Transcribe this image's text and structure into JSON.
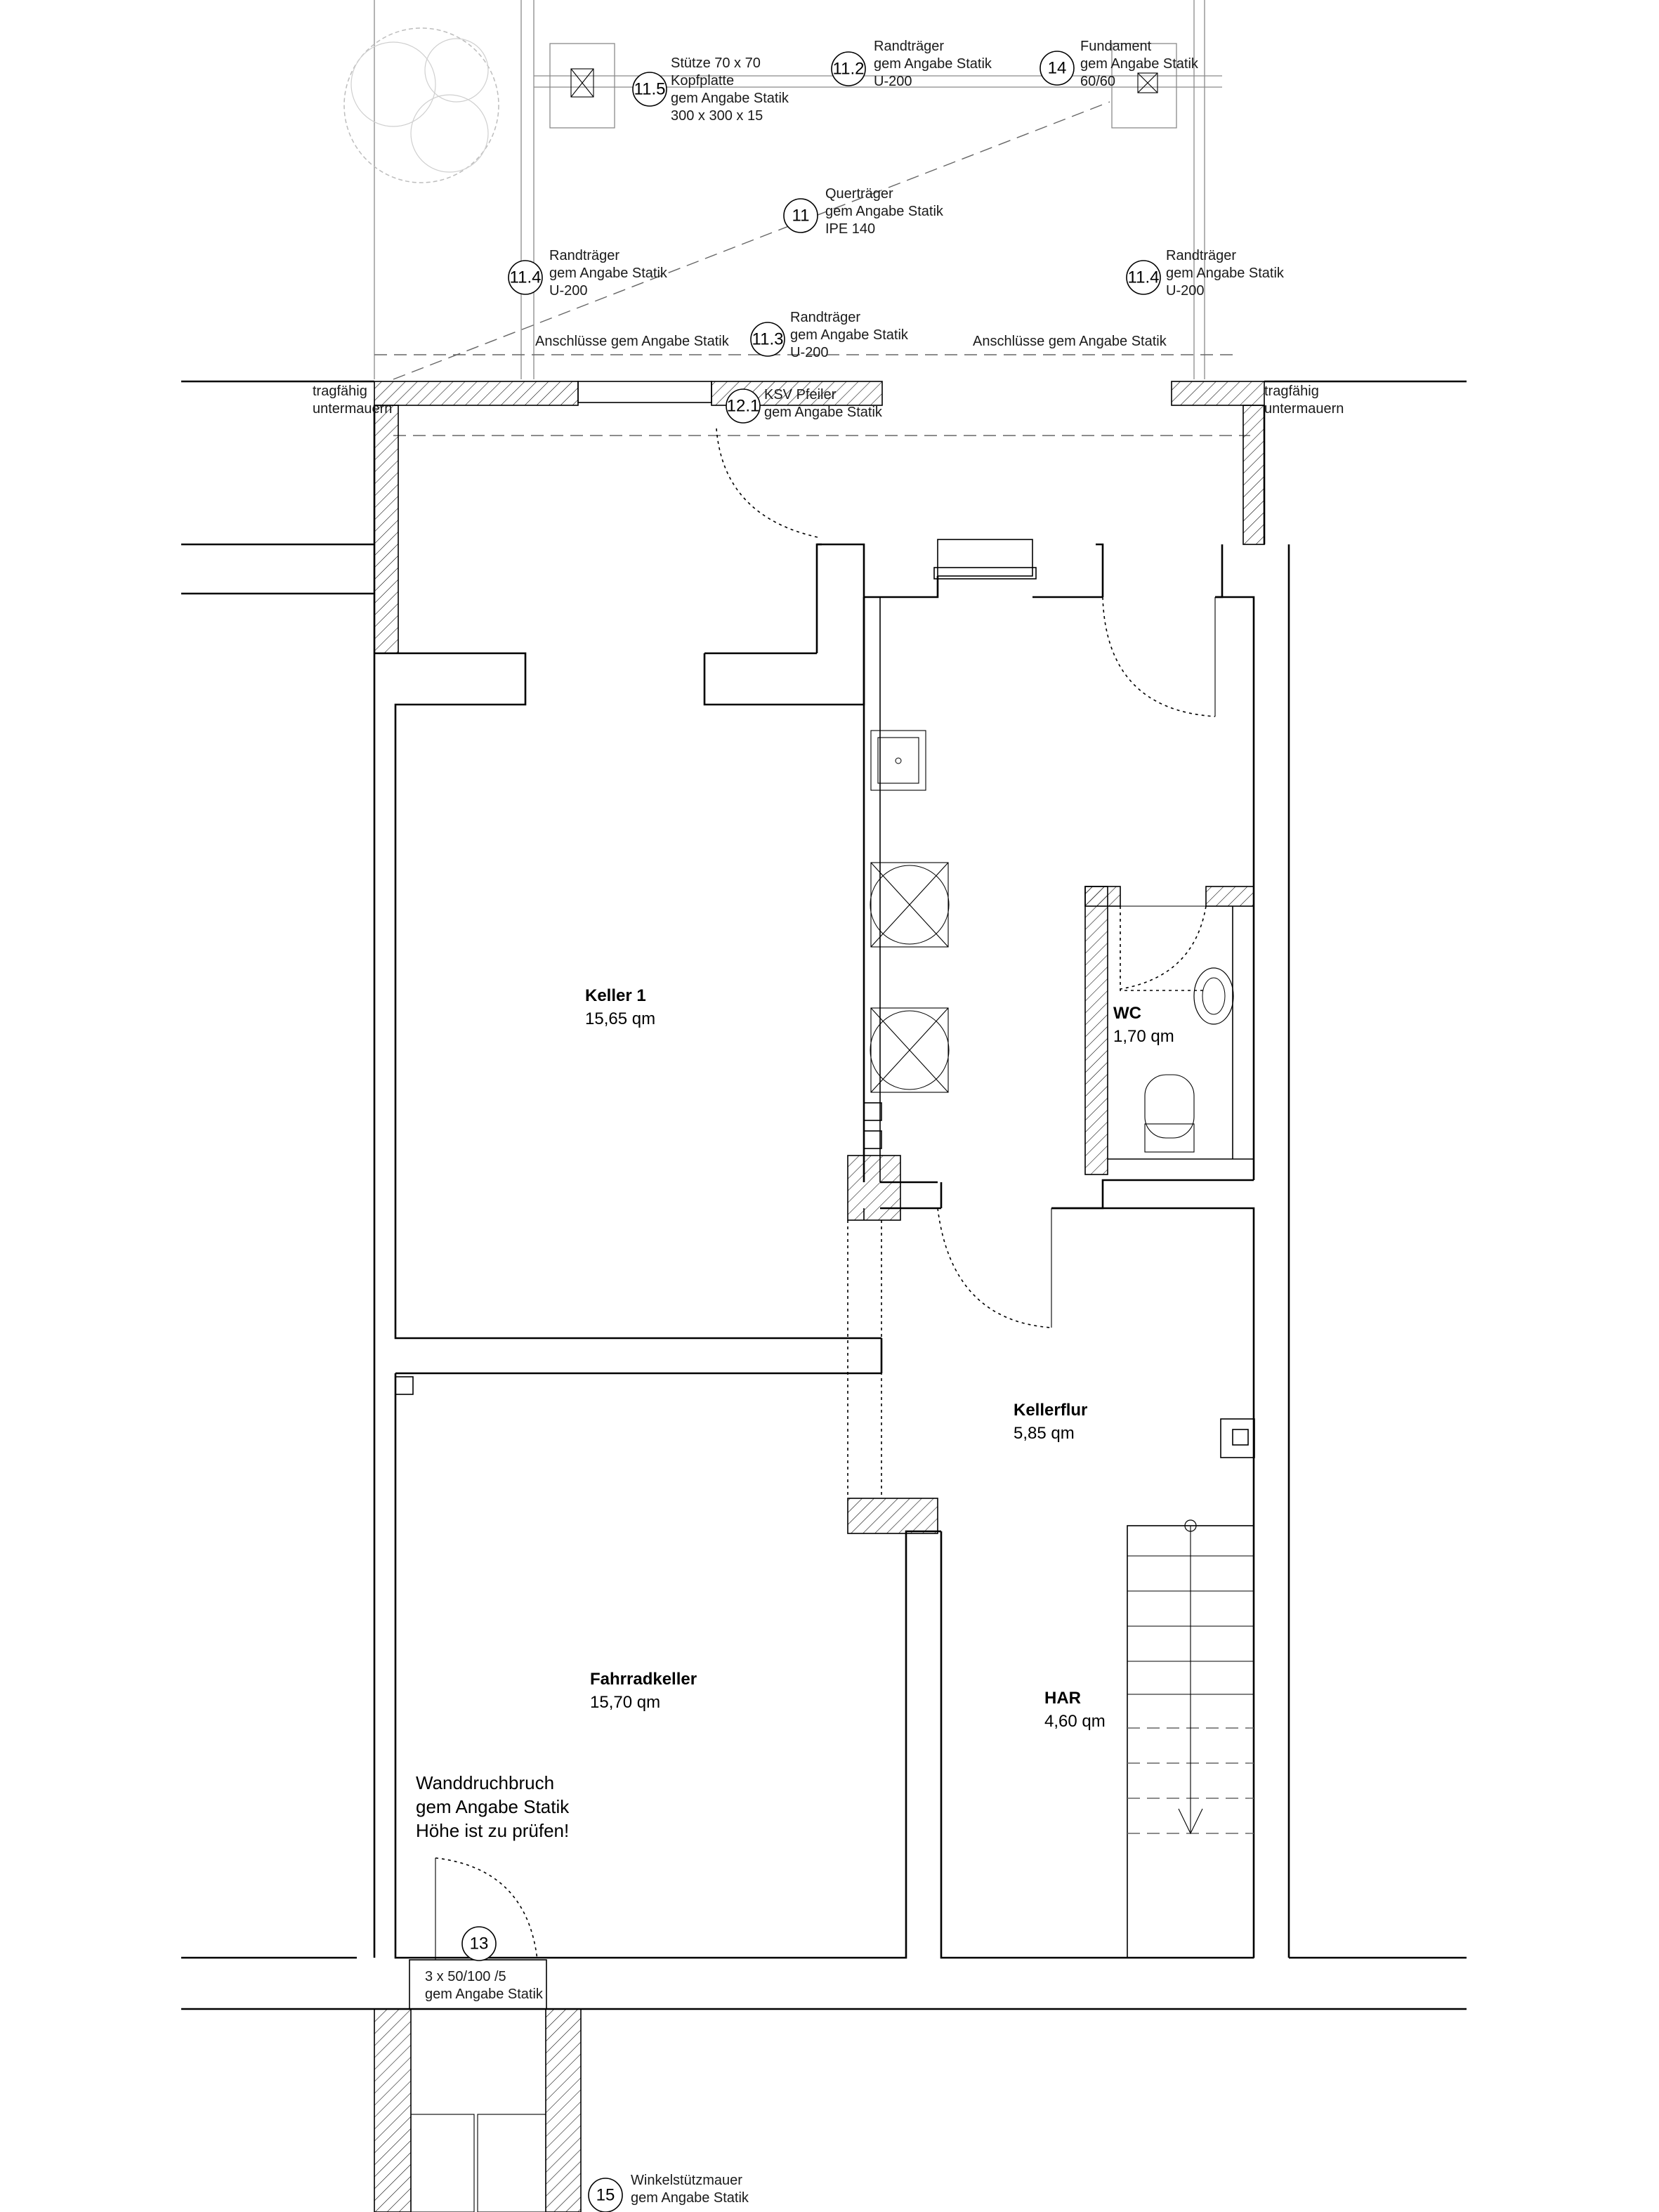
{
  "rooms": {
    "keller1": {
      "name": "Keller 1",
      "area": "15,65 qm"
    },
    "wc": {
      "name": "WC",
      "area": "1,70 qm"
    },
    "kellerflur": {
      "name": "Kellerflur",
      "area": "5,85 qm"
    },
    "fahrradkeller": {
      "name": "Fahrradkeller",
      "area": "15,70 qm"
    },
    "har": {
      "name": "HAR",
      "area": "4,60 qm"
    }
  },
  "annotations": {
    "a11_5": {
      "num": "11.5",
      "lines": [
        "Stütze 70 x 70",
        "Kopfplatte",
        "gem Angabe Statik",
        "300 x 300 x 15"
      ]
    },
    "a11_2": {
      "num": "11.2",
      "lines": [
        "Randträger",
        "gem Angabe Statik",
        "U-200"
      ]
    },
    "a14": {
      "num": "14",
      "lines": [
        "Fundament",
        "gem Angabe Statik",
        "60/60"
      ]
    },
    "a11": {
      "num": "11",
      "lines": [
        "Querträger",
        "gem Angabe Statik",
        "IPE 140"
      ]
    },
    "a11_4_left": {
      "num": "11.4",
      "lines": [
        "Randträger",
        "gem Angabe Statik",
        "U-200"
      ]
    },
    "a11_4_right": {
      "num": "11.4",
      "lines": [
        "Randträger",
        "gem Angabe Statik",
        "U-200"
      ]
    },
    "a11_3": {
      "num": "11.3",
      "lines": [
        "Randträger",
        "gem Angabe Statik",
        "U-200"
      ]
    },
    "a12_1": {
      "num": "12.1",
      "lines": [
        "KSV Pfeiler",
        "gem Angabe Statik"
      ]
    },
    "a13": {
      "num": "13",
      "lines": [
        "3 x 50/100 /5",
        "gem Angabe Statik"
      ]
    },
    "a15": {
      "num": "15",
      "lines": [
        "Winkelstützmauer",
        "gem Angabe Statik"
      ]
    }
  },
  "labels": {
    "anschluesse_left": "Anschlüsse gem Angabe Statik",
    "anschluesse_right": "Anschlüsse gem Angabe Statik",
    "tragfaehig_left": [
      "tragfähig",
      "untermauern"
    ],
    "tragfaehig_right": [
      "tragfähig",
      "untermauern"
    ],
    "wanddurchbruch": [
      "Wanddruchbruch",
      "gem Angabe Statik",
      "Höhe ist zu prüfen!"
    ]
  }
}
